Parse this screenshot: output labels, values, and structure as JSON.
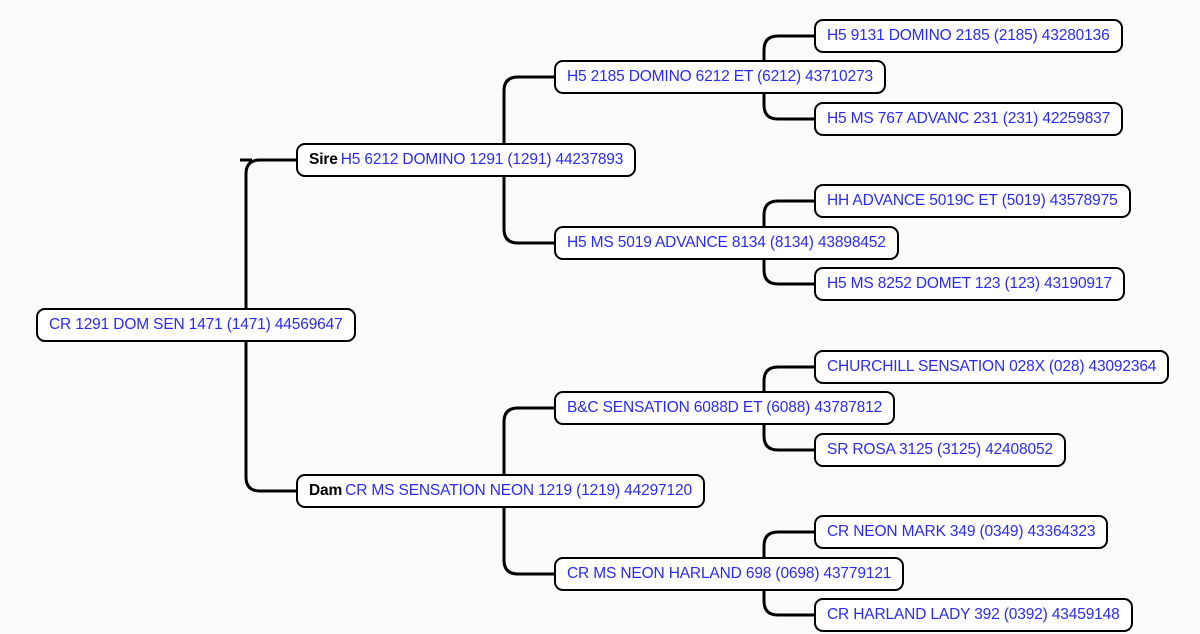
{
  "theme": {
    "background": "#fbfbfb",
    "box_fill": "#ffffff",
    "box_border": "#000000",
    "link_text": "#2b2bf0",
    "label_text": "#000000",
    "connector": "#000000"
  },
  "pedigree": {
    "root": {
      "role": "",
      "name": "CR 1291 DOM SEN 1471 (1471) 44569647"
    },
    "sire": {
      "role": "Sire",
      "name": "H5 6212 DOMINO 1291 (1291) 44237893",
      "sire": {
        "role": "",
        "name": "H5 2185 DOMINO 6212 ET (6212) 43710273",
        "sire": {
          "role": "",
          "name": "H5 9131 DOMINO 2185 (2185) 43280136"
        },
        "dam": {
          "role": "",
          "name": "H5 MS 767 ADVANC 231 (231) 42259837"
        }
      },
      "dam": {
        "role": "",
        "name": "H5 MS 5019 ADVANCE 8134 (8134) 43898452",
        "sire": {
          "role": "",
          "name": "HH ADVANCE 5019C ET (5019) 43578975"
        },
        "dam": {
          "role": "",
          "name": "H5 MS 8252 DOMET 123 (123) 43190917"
        }
      }
    },
    "dam": {
      "role": "Dam",
      "name": "CR MS SENSATION NEON 1219 (1219) 44297120",
      "sire": {
        "role": "",
        "name": "B&C SENSATION 6088D ET (6088) 43787812",
        "sire": {
          "role": "",
          "name": "CHURCHILL SENSATION 028X (028) 43092364"
        },
        "dam": {
          "role": "",
          "name": "SR ROSA 3125 (3125) 42408052"
        }
      },
      "dam": {
        "role": "",
        "name": "CR MS NEON HARLAND 698 (0698) 43779121",
        "sire": {
          "role": "",
          "name": "CR NEON MARK 349 (0349) 43364323"
        },
        "dam": {
          "role": "",
          "name": "CR HARLAND LADY 392 (0392) 43459148"
        }
      }
    }
  }
}
